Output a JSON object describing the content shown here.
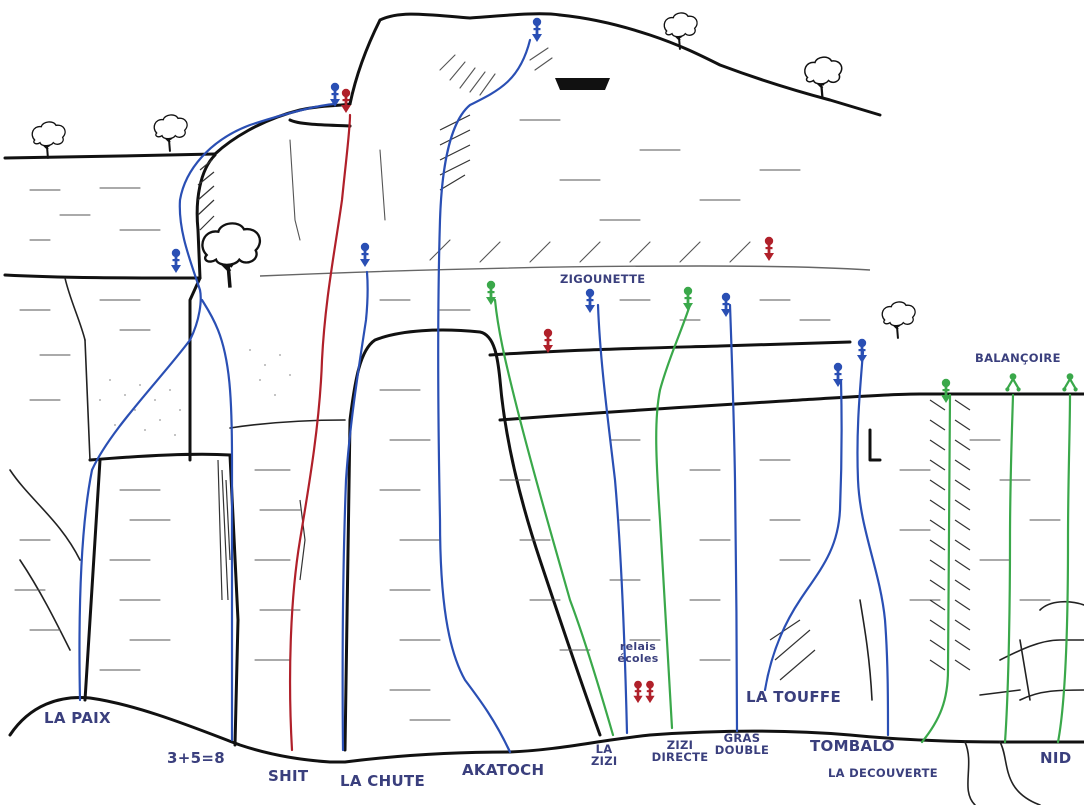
{
  "routes": [
    {
      "name": "LA PAIX",
      "color": "#2a4fb4"
    },
    {
      "name": "3+5=8",
      "color": "#2a4fb4"
    },
    {
      "name": "SHIT",
      "color": "#b0202a"
    },
    {
      "name": "LA CHUTE",
      "color": "#2a4fb4"
    },
    {
      "name": "AKATOCH",
      "color": "#2a4fb4"
    },
    {
      "name": "ZIGOUNETTE",
      "color": "#2a4fb4"
    },
    {
      "name": "LA ZIZI",
      "color": "#3aa84a"
    },
    {
      "name": "ZIZI DIRECTE",
      "color": "#3aa84a"
    },
    {
      "name": "GRAS DOUBLE",
      "color": "#2a4fb4"
    },
    {
      "name": "LA TOUFFE",
      "color": "#2a4fb4"
    },
    {
      "name": "TOMBALO",
      "color": "#2a4fb4"
    },
    {
      "name": "LA DECOUVERTE",
      "color": "#3aa84a"
    },
    {
      "name": "BALANÇOIRE",
      "color": "#3aa84a"
    },
    {
      "name": "NID",
      "color": "#3aa84a"
    }
  ],
  "labels": {
    "la_paix": "LA PAIX",
    "trois_cinq": "3+5=8",
    "shit": "SHIT",
    "la_chute": "LA CHUTE",
    "akatoch": "AKATOCH",
    "zigounette": "ZIGOUNETTE",
    "la": "LA",
    "zizi": "ZIZI",
    "zizi_top": "ZIZI",
    "directe": "DIRECTE",
    "gras": "GRAS",
    "double": "DOUBLE",
    "la_touffe": "LA TOUFFE",
    "tombalo": "TOMBALO",
    "la_decouverte": "LA DECOUVERTE",
    "balancoire": "BALANÇOIRE",
    "nid": "NID",
    "relais": "relais",
    "ecoles": "écoles"
  },
  "legend_colors": {
    "blue": "#2a4fb4",
    "red": "#b0202a",
    "green": "#3aa84a",
    "label": "#3a3f7d"
  },
  "icons": [
    "anchor-icon",
    "tree-icon"
  ]
}
